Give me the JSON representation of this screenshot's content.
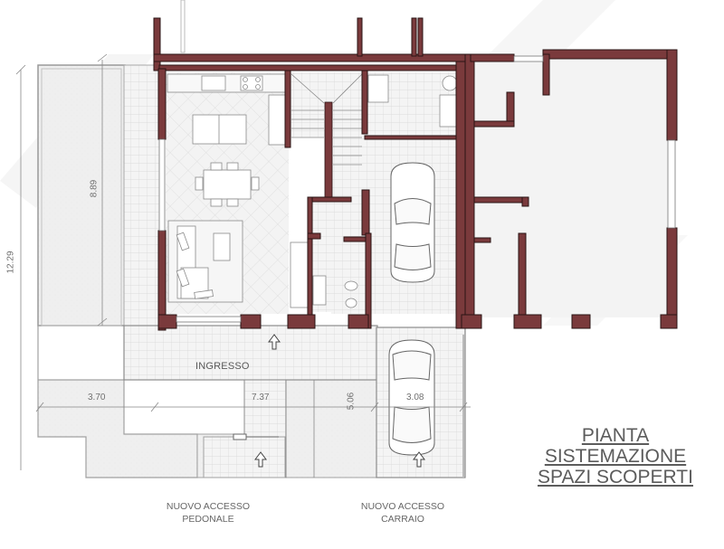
{
  "drawing": {
    "title_lines": [
      "PIANTA",
      "SISTEMAZIONE",
      "SPAZI SCOPERTI"
    ],
    "room_labels": {
      "entrance": "INGRESSO"
    },
    "access_labels": {
      "pedestrian": [
        "NUOVO ACCESSO",
        "PEDONALE"
      ],
      "driveway": [
        "NUOVO ACCESSO",
        "CARRAIO"
      ]
    },
    "dimensions": {
      "total_height": "12.29",
      "garden_height": "8.89",
      "left_width": "3.70",
      "total_width": "7.37",
      "front_depth": "5.06",
      "parking_width": "3.08"
    },
    "colors": {
      "wall": "#7a3a3c",
      "wall_outline": "#2a1414",
      "floor_tile": "#f2f2f2",
      "grid": "#d4d4d4",
      "garden": "#ececec",
      "text": "#666666"
    },
    "icons": [
      "car-icon",
      "car-icon",
      "entry-arrow-icon",
      "entry-arrow-icon",
      "entry-arrow-icon"
    ]
  }
}
